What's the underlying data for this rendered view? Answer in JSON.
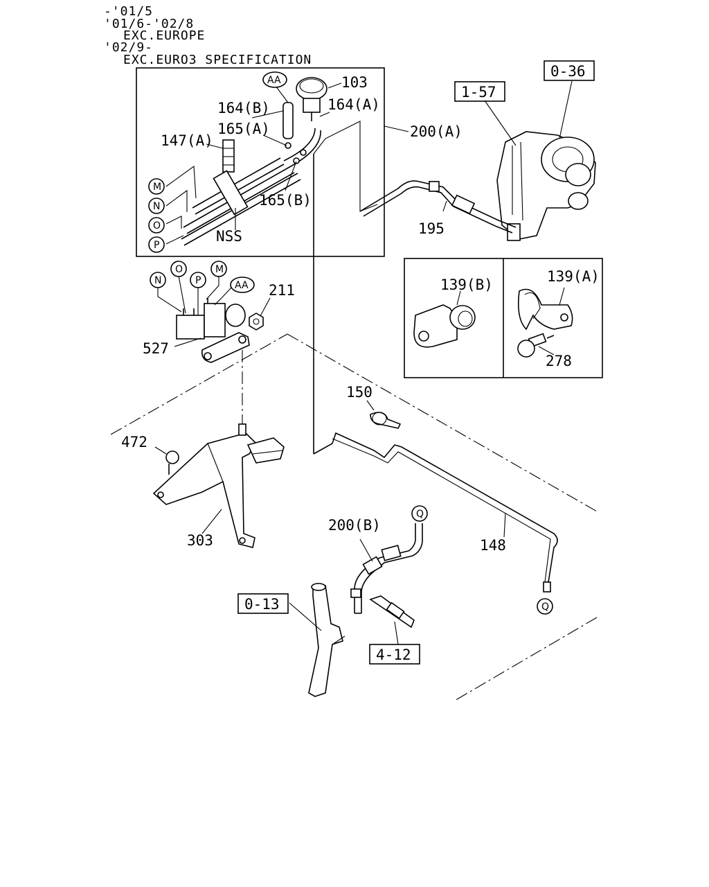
{
  "header": {
    "line1": "-'01/5",
    "line2": "'01/6-'02/8",
    "line3": "EXC.EUROPE",
    "line4": "'02/9-",
    "line5": "EXC.EURO3 SPECIFICATION"
  },
  "labels": {
    "p103": "103",
    "p164a": "164(A)",
    "p164b": "164(B)",
    "p165a": "165(A)",
    "p165b": "165(B)",
    "p147a": "147(A)",
    "nss": "NSS",
    "p200a": "200(A)",
    "p195": "195",
    "p211": "211",
    "p527": "527",
    "p139b": "139(B)",
    "p139a": "139(A)",
    "p278": "278",
    "p150": "150",
    "p472": "472",
    "p303": "303",
    "p200b": "200(B)",
    "p148": "148"
  },
  "references": {
    "r157": "1-57",
    "r036": "0-36",
    "r013": "0-13",
    "r412": "4-12"
  },
  "connectors": {
    "aa": "AA",
    "m": "M",
    "n": "N",
    "o": "O",
    "p": "P",
    "q": "Q"
  }
}
